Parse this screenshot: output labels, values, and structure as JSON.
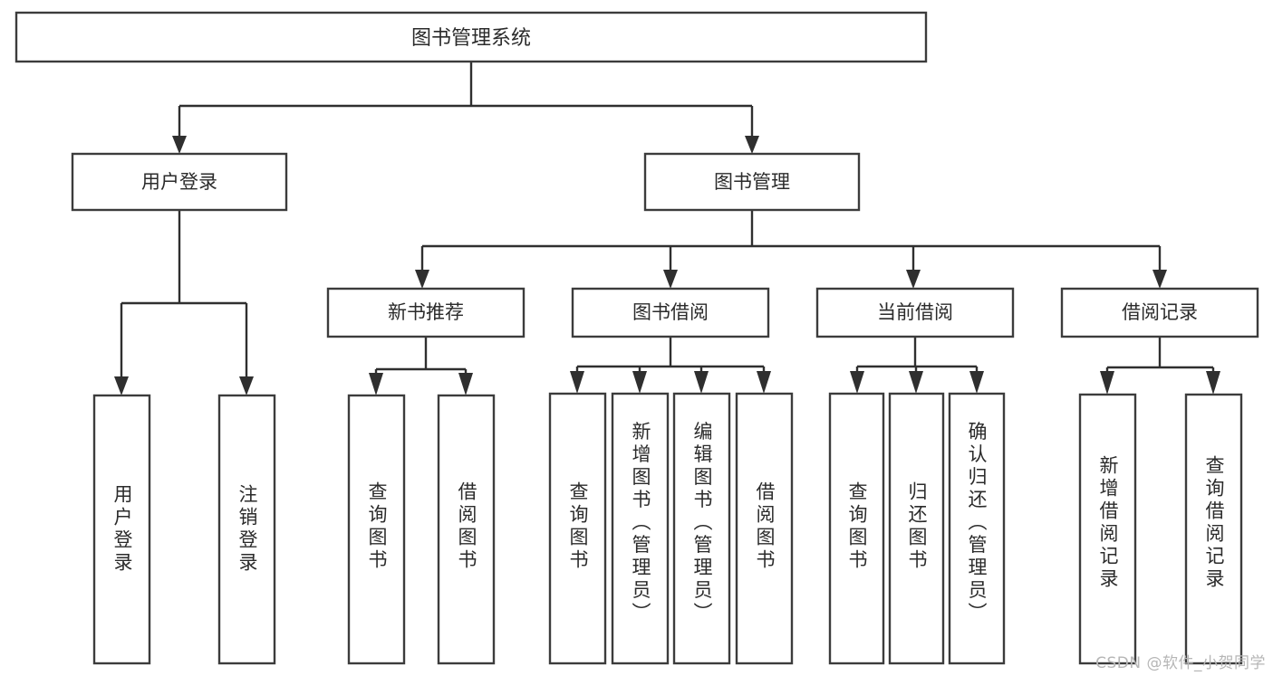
{
  "diagram": {
    "title": "图书管理系统",
    "type": "tree",
    "background_color": "#ffffff",
    "box_stroke_color": "#3c3c3c",
    "line_color": "#2f2f2f",
    "text_color": "#2b2b2b",
    "root": {
      "id": "root",
      "label": "图书管理系统",
      "orientation": "horizontal"
    },
    "level1": [
      {
        "id": "user-login",
        "label": "用户登录",
        "orientation": "horizontal"
      },
      {
        "id": "book-management",
        "label": "图书管理",
        "orientation": "horizontal"
      }
    ],
    "level2": [
      {
        "id": "new-book-recommend",
        "label": "新书推荐",
        "parent": "book-management",
        "orientation": "horizontal"
      },
      {
        "id": "book-borrow",
        "label": "图书借阅",
        "parent": "book-management",
        "orientation": "horizontal"
      },
      {
        "id": "current-borrow",
        "label": "当前借阅",
        "parent": "book-management",
        "orientation": "horizontal"
      },
      {
        "id": "borrow-record",
        "label": "借阅记录",
        "parent": "book-management",
        "orientation": "horizontal"
      }
    ],
    "leaves": [
      {
        "id": "leaf-user-login",
        "label": "用户登录",
        "parent": "user-login",
        "orientation": "vertical"
      },
      {
        "id": "leaf-logout-login",
        "label": "注销登录",
        "parent": "user-login",
        "orientation": "vertical"
      },
      {
        "id": "leaf-query-book-1",
        "label": "查询图书",
        "parent": "new-book-recommend",
        "orientation": "vertical"
      },
      {
        "id": "leaf-borrow-book-1",
        "label": "借阅图书",
        "parent": "new-book-recommend",
        "orientation": "vertical"
      },
      {
        "id": "leaf-query-book-2",
        "label": "查询图书",
        "parent": "book-borrow",
        "orientation": "vertical"
      },
      {
        "id": "leaf-add-book",
        "label": "新增图书（管理员）",
        "parent": "book-borrow",
        "orientation": "vertical"
      },
      {
        "id": "leaf-edit-book",
        "label": "编辑图书（管理员）",
        "parent": "book-borrow",
        "orientation": "vertical"
      },
      {
        "id": "leaf-borrow-book-2",
        "label": "借阅图书",
        "parent": "book-borrow",
        "orientation": "vertical"
      },
      {
        "id": "leaf-query-book-3",
        "label": "查询图书",
        "parent": "current-borrow",
        "orientation": "vertical"
      },
      {
        "id": "leaf-return-book",
        "label": "归还图书",
        "parent": "current-borrow",
        "orientation": "vertical"
      },
      {
        "id": "leaf-confirm-return",
        "label": "确认归还（管理员）",
        "parent": "current-borrow",
        "orientation": "vertical"
      },
      {
        "id": "leaf-add-record",
        "label": "新增借阅记录",
        "parent": "borrow-record",
        "orientation": "vertical"
      },
      {
        "id": "leaf-query-record",
        "label": "查询借阅记录",
        "parent": "borrow-record",
        "orientation": "vertical"
      }
    ]
  },
  "watermark": {
    "text": "CSDN @软件_小贺同学"
  }
}
